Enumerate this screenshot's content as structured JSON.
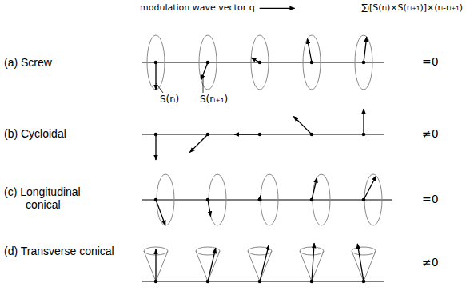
{
  "diagram": {
    "labels": [
      "modulation wave vector q",
      "∑ᵢ[S(rᵢ)×S(rᵢ₊₁)]×(rᵢ-rᵢ₊₁)",
      "(a) Screw",
      "S(rᵢ)",
      "S(rᵢ₊₁)",
      "=0",
      "(b) Cycloidal",
      "≠0",
      "(c) Longitudinal conical",
      "=0",
      "(d) Transverse conical",
      "≠0"
    ]
  }
}
